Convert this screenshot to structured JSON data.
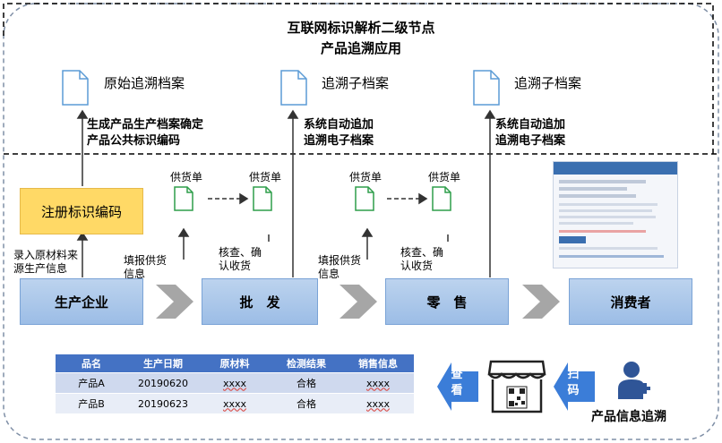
{
  "title": {
    "line1": "互联网标识解析二级节点",
    "line2": "产品追溯应用"
  },
  "archives": [
    {
      "label": "原始追溯档案"
    },
    {
      "label": "追溯子档案"
    },
    {
      "label": "追溯子档案"
    }
  ],
  "arrow_notes": [
    {
      "line1": "生成产品生产档案确定",
      "line2": "产品公共标识编码"
    },
    {
      "line1": "系统自动追加",
      "line2": "追溯电子档案"
    },
    {
      "line1": "系统自动追加",
      "line2": "追溯电子档案"
    }
  ],
  "register_box": "注册标识编码",
  "supply_docs": [
    {
      "label": "供货单"
    },
    {
      "label": "供货单"
    },
    {
      "label": "供货单"
    },
    {
      "label": "供货单"
    }
  ],
  "notes": {
    "entry_line1": "录入原材料来",
    "entry_line2": "源生产信息",
    "fill1_line1": "填报供货",
    "fill1_line2": "信息",
    "check1_line1": "核查、确",
    "check1_line2": "认收货",
    "fill2_line1": "填报供货",
    "fill2_line2": "信息",
    "check2_line1": "核查、确",
    "check2_line2": "认收货"
  },
  "stages": [
    {
      "label": "生产企业"
    },
    {
      "label": "批　发"
    },
    {
      "label": "零　售"
    },
    {
      "label": "消费者"
    }
  ],
  "table": {
    "headers": [
      "品名",
      "生产日期",
      "原材料",
      "检测结果",
      "销售信息"
    ],
    "rows": [
      [
        "产品A",
        "20190620",
        "xxxx",
        "合格",
        "xxxx"
      ],
      [
        "产品B",
        "20190623",
        "xxxx",
        "合格",
        "xxxx"
      ]
    ]
  },
  "bottom": {
    "view_label": "查看",
    "scan_label": "扫码",
    "tracing_label": "产品信息追溯"
  },
  "colors": {
    "stage_fill": "#9cbde6",
    "register_fill": "#ffd966",
    "doc_green": "#2e9e4a",
    "table_header": "#4472c4",
    "arrow_blue": "#3b7dd8",
    "user_blue": "#2f5597"
  }
}
